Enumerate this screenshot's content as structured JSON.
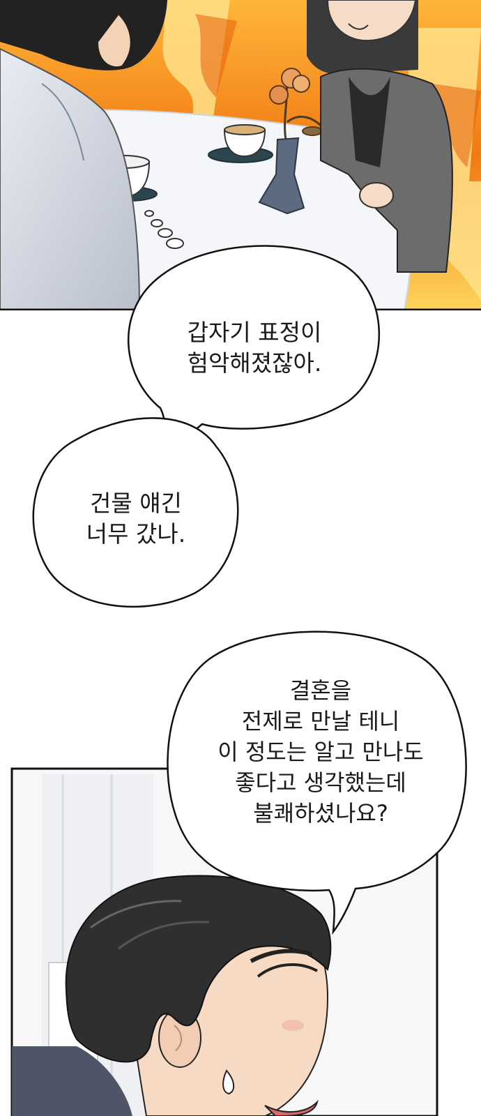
{
  "colors": {
    "fire_orange": "#f28a1c",
    "fire_yellow": "#ffd25a",
    "panel_border": "#111111",
    "bubble_fill": "#ffffff",
    "skin": "#f7d9bf",
    "hair": "#2e2e2e"
  },
  "bubbles": [
    {
      "lines": [
        "갑자기 표정이",
        "험악해졌잖아."
      ]
    },
    {
      "lines": [
        "건물 얘긴",
        "너무 갔나."
      ]
    },
    {
      "lines": [
        "결혼을",
        "전제로 만날 테니",
        "이 정도는 알고 만나도",
        "좋다고 생각했는데",
        "불쾌하셨나요?"
      ]
    }
  ]
}
